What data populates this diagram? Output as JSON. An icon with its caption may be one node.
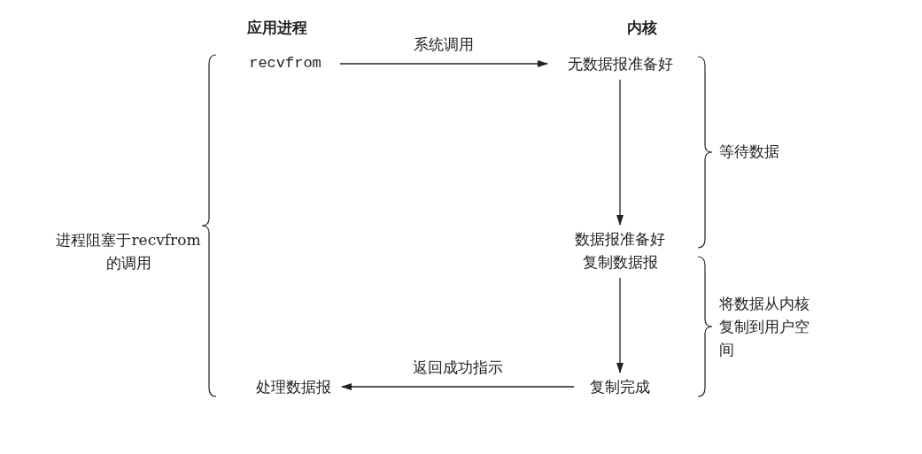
{
  "diagram": {
    "nodes": [
      {
        "text": [
          "recvfrom"
        ]
      },
      {
        "text": [
          "无数据报准备好"
        ]
      },
      {
        "text": [
          "数据报准备好"
        ]
      },
      {
        "text": [
          "复制数据报"
        ]
      },
      {
        "text": [
          "复制完成"
        ]
      },
      {
        "text": [
          "处理数据报"
        ]
      }
    ],
    "edges": [
      {
        "from": 0,
        "to": 1,
        "arrow": "to",
        "label": "系统调用"
      },
      {
        "from": 1,
        "to": 2,
        "arrow": "to"
      },
      {
        "from": 3,
        "to": 4,
        "arrow": "to"
      },
      {
        "from": 4,
        "to": 5,
        "arrow": "to",
        "label": "返回成功指示"
      }
    ],
    "labels": [
      "应用进程",
      "内核",
      "等待数据",
      "进程阻塞于recvfrom的调用",
      "将数据从内核复制到用户空间"
    ]
  }
}
